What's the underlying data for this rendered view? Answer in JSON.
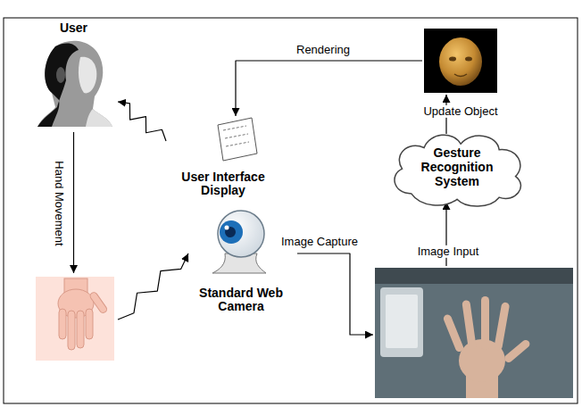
{
  "diagram": {
    "nodes": [
      {
        "text": [
          "User"
        ]
      },
      {
        "text": []
      },
      {
        "text": [
          "User Interface Display"
        ]
      },
      {
        "text": [
          "Gesture Recognition System"
        ]
      },
      {
        "text": []
      },
      {
        "text": [
          "Standard Web Camera"
        ]
      },
      {
        "text": []
      }
    ],
    "edges": [
      {
        "from": 0,
        "to": 4,
        "label": "Hand Movement",
        "arrow": "to"
      },
      {
        "from": 4,
        "to": 5,
        "arrow": "to"
      },
      {
        "from": 5,
        "to": 6,
        "label": "Image Capture",
        "arrow": "to"
      },
      {
        "from": 6,
        "to": 3,
        "label": "Image Input",
        "arrow": "to"
      },
      {
        "from": 3,
        "to": 1,
        "label": "Update Object",
        "arrow": "to"
      },
      {
        "from": 1,
        "to": 2,
        "label": "Rendering",
        "arrow": "to"
      },
      {
        "from": 2,
        "to": 0,
        "arrow": "to"
      }
    ]
  }
}
